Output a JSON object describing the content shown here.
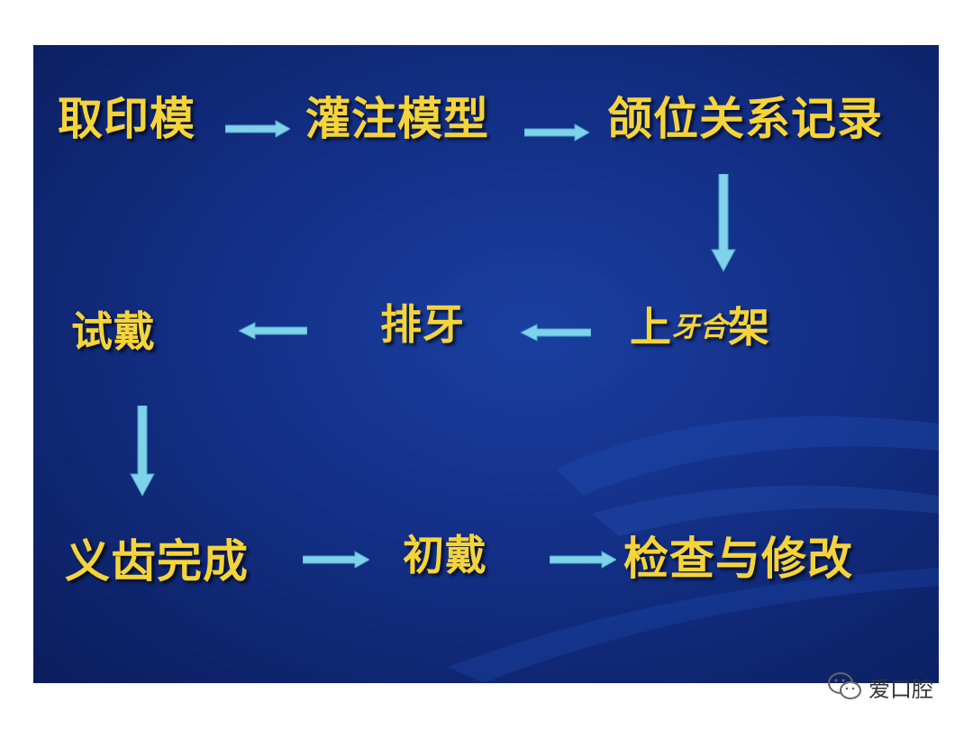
{
  "steps": {
    "s1": "取印模",
    "s2": "灌注模型",
    "s3": "颌位关系记录",
    "s4_main": "上",
    "s4_small": "牙合",
    "s4_end": "架",
    "s5": "排牙",
    "s6": "试戴",
    "s7": "义齿完成",
    "s8": "初戴",
    "s9": "检查与修改"
  },
  "watermark": {
    "text": "爱口腔",
    "icon": "wechat-icon"
  },
  "colors": {
    "text": "#f5d43a",
    "arrow": "#7fd2ea",
    "background": "#132f86"
  }
}
